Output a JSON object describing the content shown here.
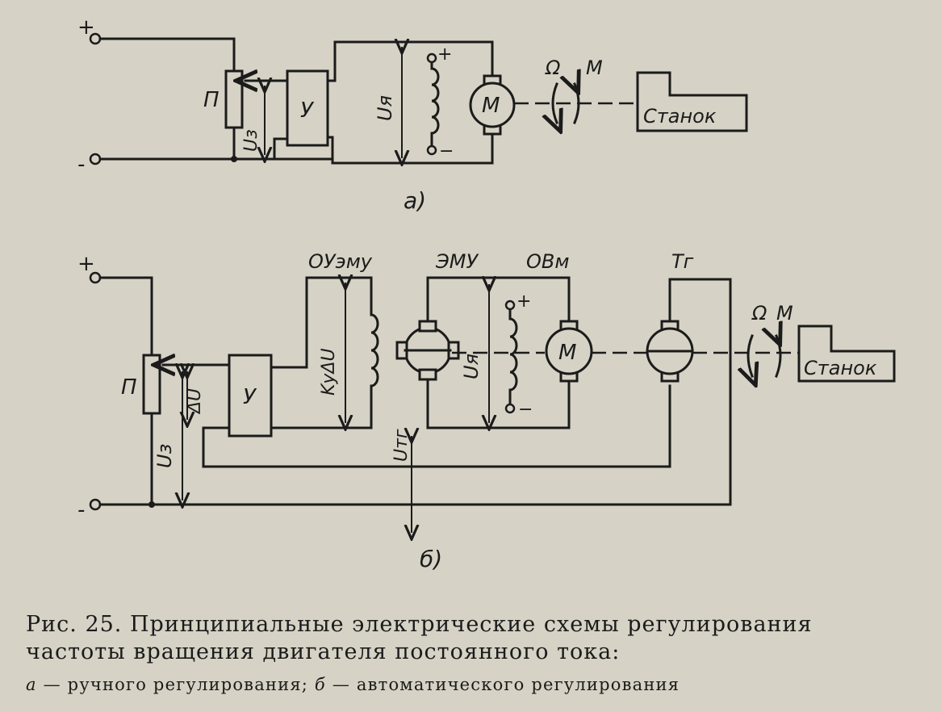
{
  "diagram_a": {
    "plus": "+",
    "minus": "-",
    "potentiometer": "П",
    "amplifier": "У",
    "u_ref": "Uз",
    "u_arm": "Uя",
    "field_plus": "+",
    "field_minus": "−",
    "motor": "М",
    "omega": "Ω",
    "torque": "М",
    "machine": "Станок",
    "label": "а)"
  },
  "diagram_b": {
    "plus": "+",
    "minus": "-",
    "potentiometer": "П",
    "amplifier": "У",
    "delta_u": "ΔU",
    "u_ref": "Uз",
    "control_winding": "ОУэму",
    "ku_delta_u": "KуΔU",
    "emu": "ЭМУ",
    "field_winding": "ОВм",
    "u_arm": "Uя",
    "field_plus": "+",
    "field_minus": "−",
    "motor": "М",
    "tacho": "Тг",
    "u_tacho": "Uтг",
    "omega": "Ω",
    "torque": "М",
    "machine": "Станок",
    "label": "б)"
  },
  "caption": {
    "line1": "Рис. 25. Принципиальные электрические схемы регулирования",
    "line2": "частоты вращения двигателя постоянного тока:",
    "item_a_letter": "а",
    "item_a_text": " — ручного регулирования;  ",
    "item_b_letter": "б",
    "item_b_text": " — автоматического регулирования"
  }
}
